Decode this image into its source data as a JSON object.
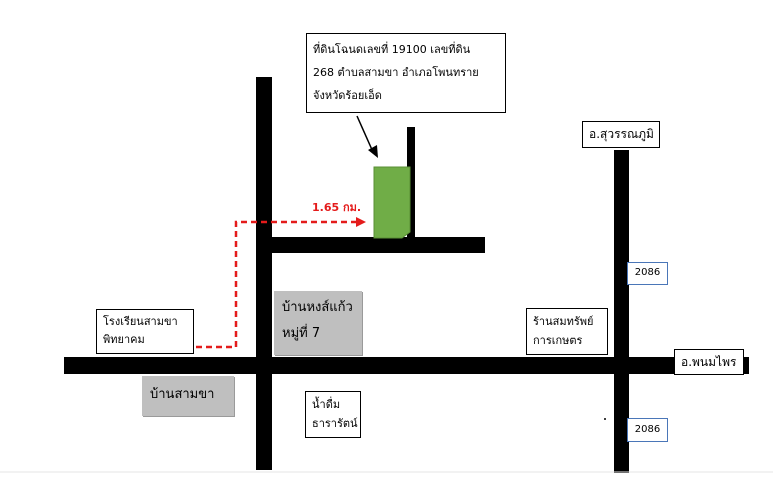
{
  "parcel_callout": {
    "line1": "ที่ดินโฉนดเลขที่ 19100 เลขที่ดิน",
    "line2": "268 ตำบลสามขา อำเภอโพนทราย",
    "line3": "จังหวัดร้อยเอ็ด"
  },
  "distance_label": "1.65 กม.",
  "labels": {
    "suwannaphum": "อ.สุวรรณภูมิ",
    "phanom_phrai": "อ.พนมไพร",
    "school_line1": "โรงเรียนสามขา",
    "school_line2": "พิทยาคม",
    "ban_hong_kaeo_line1": "บ้านหงส์แก้ว",
    "ban_hong_kaeo_line2": "หมู่ที่ 7",
    "ban_sam_kha": "บ้านสามขา",
    "shop_line1": "ร้านสมทรัพย์",
    "shop_line2": "การเกษตร",
    "water_line1": "น้ำดื่ม",
    "water_line2": "ธารารัตน์"
  },
  "route_numbers": {
    "upper": "2086",
    "lower": "2086"
  },
  "colors": {
    "road": "#000000",
    "parcel": "#70ad47",
    "route_dash": "#e41b1b",
    "village_box": "#bfbfbf",
    "route_badge_border": "#4a76b8"
  }
}
